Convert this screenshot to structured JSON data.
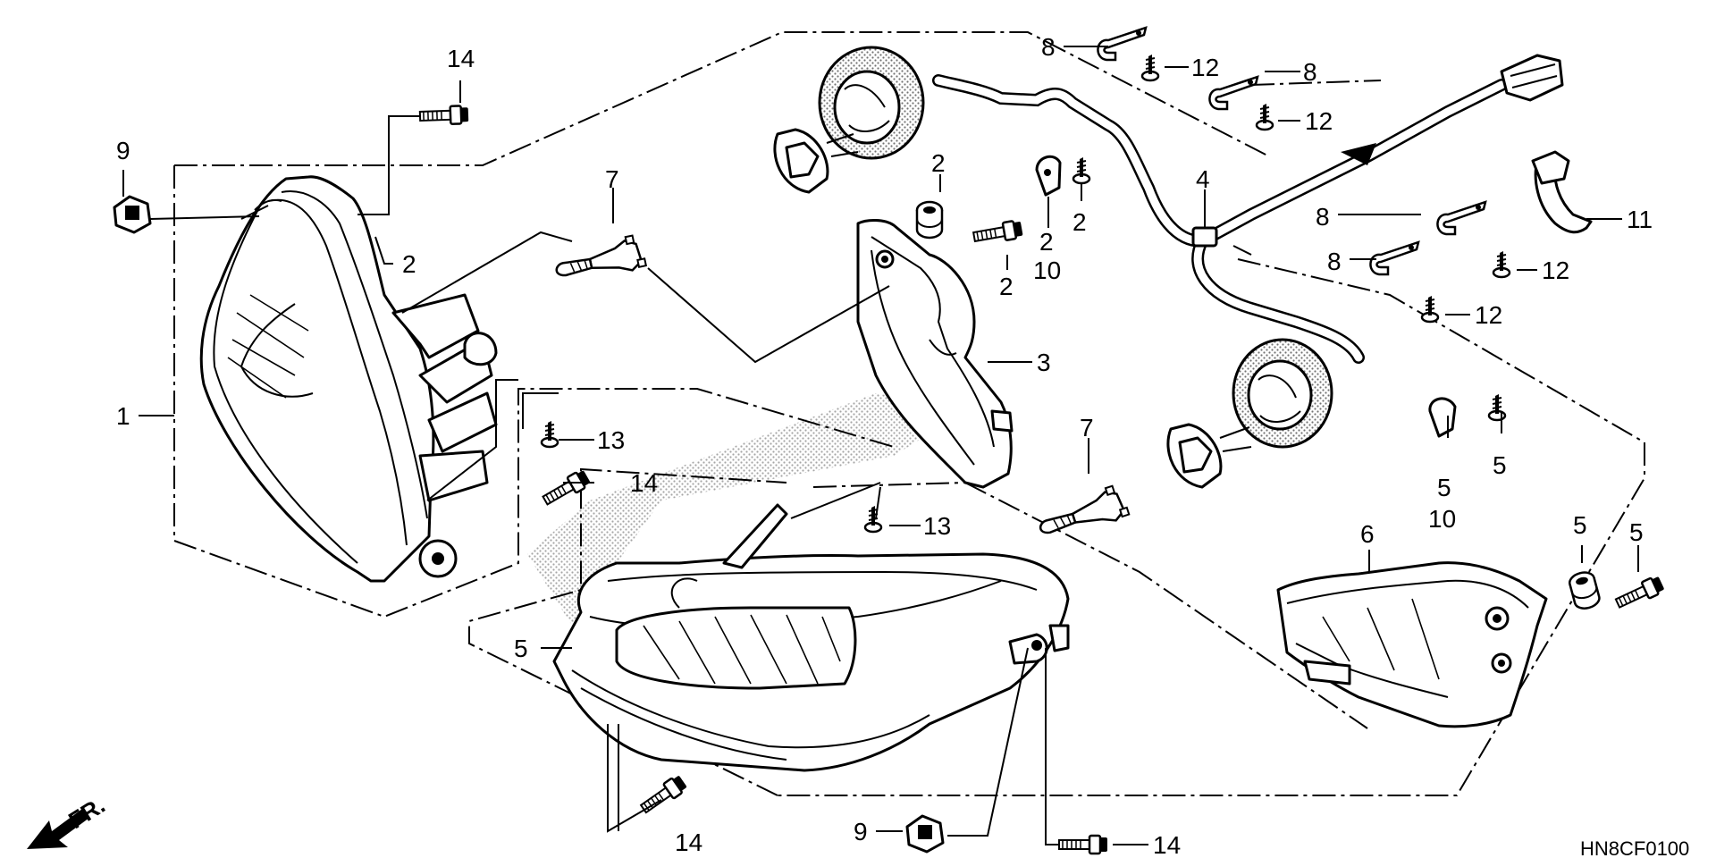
{
  "diagram": {
    "code": "HN8CF0100",
    "direction_label": "FR.",
    "callouts": [
      {
        "id": "c1",
        "text": "1"
      },
      {
        "id": "c2a",
        "text": "2"
      },
      {
        "id": "c2b",
        "text": "2"
      },
      {
        "id": "c2c",
        "text": "2"
      },
      {
        "id": "c2d",
        "text": "2"
      },
      {
        "id": "c2e",
        "text": "2"
      },
      {
        "id": "c3",
        "text": "3"
      },
      {
        "id": "c4",
        "text": "4"
      },
      {
        "id": "c5a",
        "text": "5"
      },
      {
        "id": "c5b",
        "text": "5"
      },
      {
        "id": "c5c",
        "text": "5"
      },
      {
        "id": "c5d",
        "text": "5"
      },
      {
        "id": "c5e",
        "text": "5"
      },
      {
        "id": "c6",
        "text": "6"
      },
      {
        "id": "c7a",
        "text": "7"
      },
      {
        "id": "c7b",
        "text": "7"
      },
      {
        "id": "c8a",
        "text": "8"
      },
      {
        "id": "c8b",
        "text": "8"
      },
      {
        "id": "c8c",
        "text": "8"
      },
      {
        "id": "c8d",
        "text": "8"
      },
      {
        "id": "c9a",
        "text": "9"
      },
      {
        "id": "c9b",
        "text": "9"
      },
      {
        "id": "c10a",
        "text": "10"
      },
      {
        "id": "c10b",
        "text": "10"
      },
      {
        "id": "c11",
        "text": "11"
      },
      {
        "id": "c12a",
        "text": "12"
      },
      {
        "id": "c12b",
        "text": "12"
      },
      {
        "id": "c12c",
        "text": "12"
      },
      {
        "id": "c12d",
        "text": "12"
      },
      {
        "id": "c13a",
        "text": "13"
      },
      {
        "id": "c13b",
        "text": "13"
      },
      {
        "id": "c14a",
        "text": "14"
      },
      {
        "id": "c14b",
        "text": "14"
      },
      {
        "id": "c14c",
        "text": "14"
      },
      {
        "id": "c14d",
        "text": "14"
      }
    ]
  }
}
